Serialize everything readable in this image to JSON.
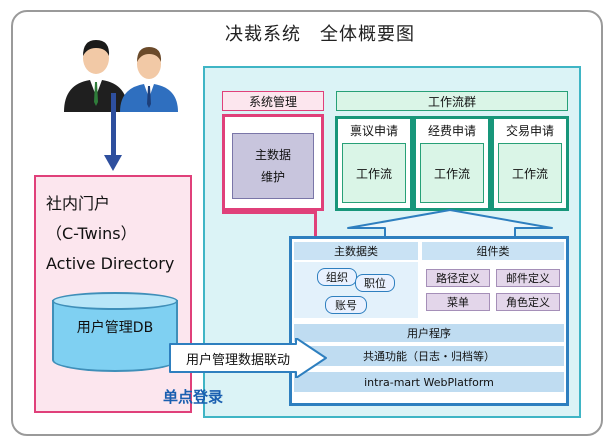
{
  "title": "决裁系统　全体概要图",
  "portal": {
    "line1": "社内门户",
    "line2": "（C-Twins）",
    "line3": "Active Directory",
    "db_label": "用户管理DB"
  },
  "sync_label": "用户管理数据联动",
  "sso_label": "单点登录",
  "system_mgmt": {
    "label": "系统管理",
    "inner_line1": "主数据",
    "inner_line2": "维护"
  },
  "workflow_group": {
    "label": "工作流群",
    "items": [
      {
        "title": "禀议申请",
        "inner": "工作流"
      },
      {
        "title": "经费申请",
        "inner": "工作流"
      },
      {
        "title": "交易申请",
        "inner": "工作流"
      }
    ]
  },
  "master_data": {
    "label": "主数据类",
    "tags": [
      "组织",
      "职位",
      "账号"
    ]
  },
  "components": {
    "label": "组件类",
    "buttons": [
      "路径定义",
      "邮件定义",
      "菜单",
      "角色定义"
    ]
  },
  "layers": [
    "用户程序",
    "共通功能（日志・归档等）",
    "intra-mart WebPlatform"
  ],
  "colors": {
    "portal_accent": "#e0407a",
    "platform_accent": "#3fb5c5",
    "workflow_accent": "#17967a",
    "core_accent": "#2e7fbf"
  }
}
